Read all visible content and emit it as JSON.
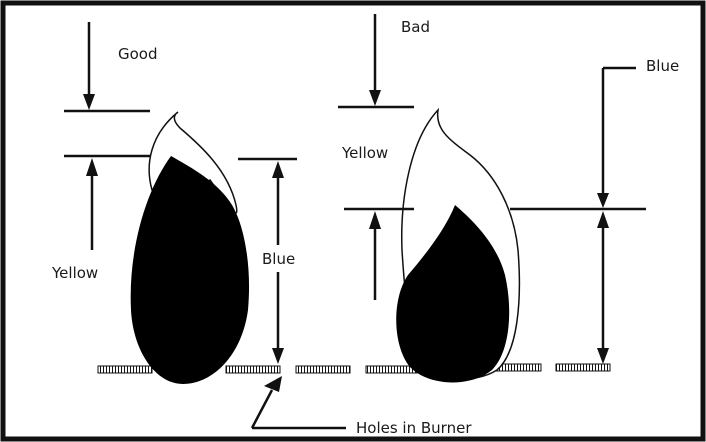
{
  "labels": {
    "good": "Good",
    "bad": "Bad",
    "yellow_left": "Yellow",
    "yellow_right": "Yellow",
    "blue_left": "Blue",
    "blue_right": "Blue",
    "holes": "Holes in Burner"
  },
  "colors": {
    "line": "#111111",
    "flame_core": "#000000",
    "background": "#ffffff"
  }
}
